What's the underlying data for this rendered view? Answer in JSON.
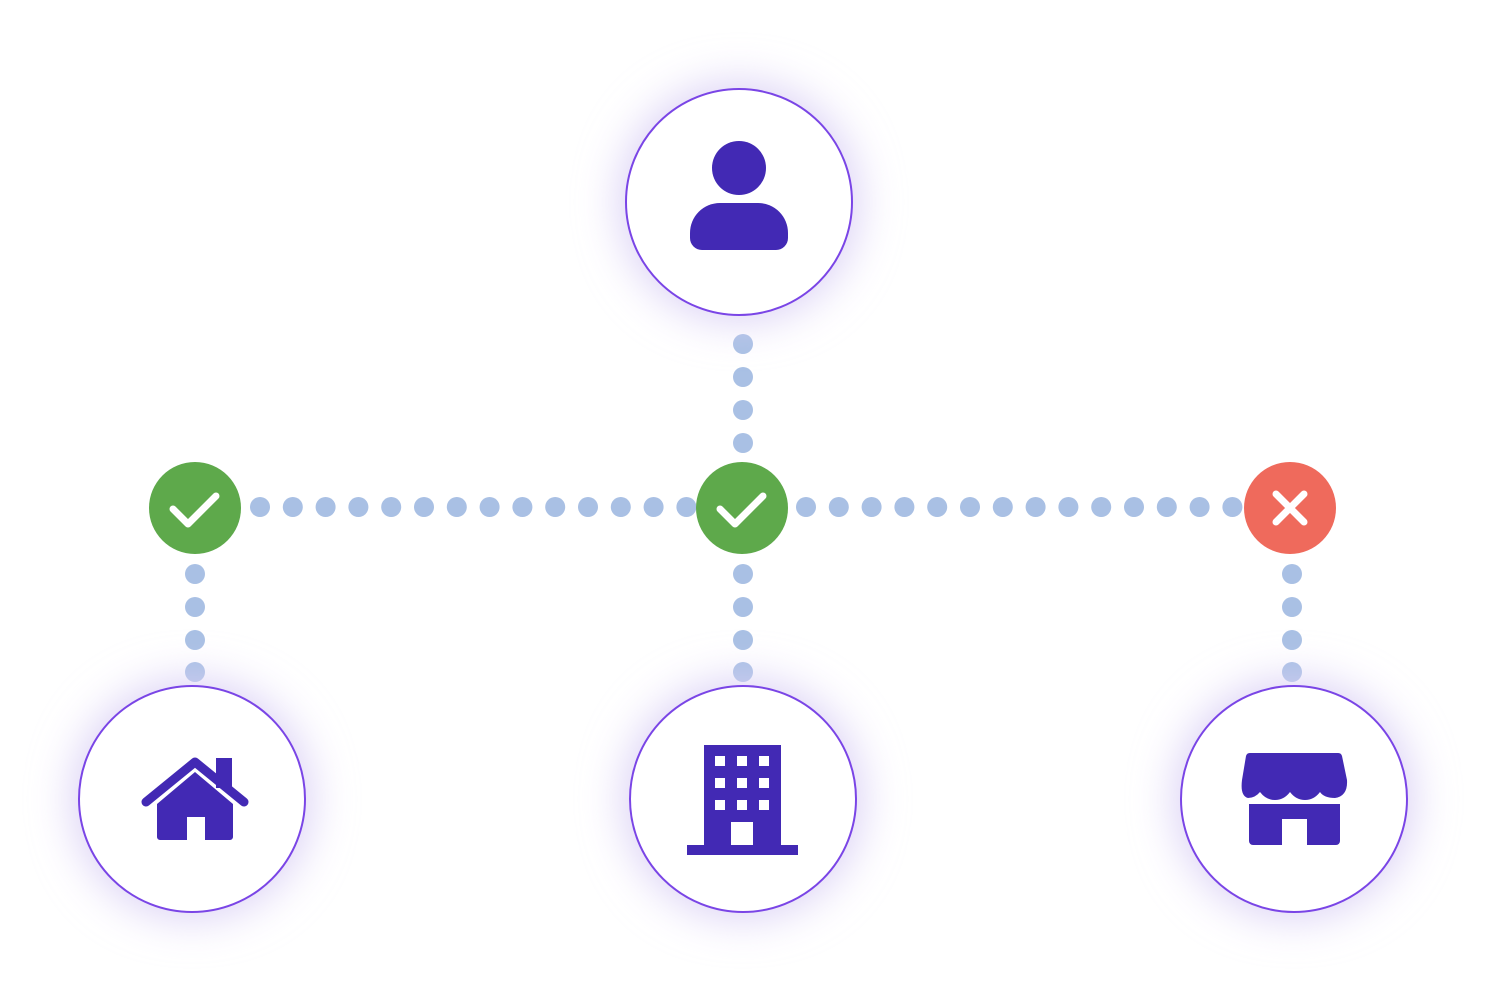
{
  "colors": {
    "icon": "#4229b4",
    "node_border": "#7a45e6",
    "glow": "#d9cff5",
    "connector_dot": "#a9c0e4",
    "success": "#5ea94b",
    "failure": "#ef6a5c",
    "mark": "#ffffff"
  },
  "nodes": {
    "top": {
      "icon": "user-icon"
    },
    "bottom": [
      {
        "icon": "house-icon"
      },
      {
        "icon": "office-building-icon"
      },
      {
        "icon": "store-icon"
      }
    ]
  },
  "statuses": [
    {
      "state": "success",
      "icon": "check-icon"
    },
    {
      "state": "success",
      "icon": "check-icon"
    },
    {
      "state": "failure",
      "icon": "x-icon"
    }
  ]
}
